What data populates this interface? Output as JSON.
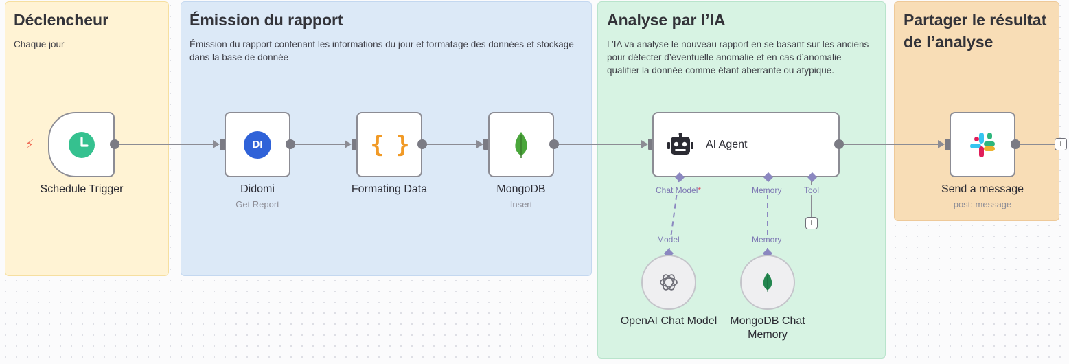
{
  "stickies": {
    "trigger": {
      "title": "Déclencheur",
      "text": "Chaque jour"
    },
    "rapport": {
      "title": "Émission du rapport",
      "text": "Émission du rapport contenant les informations du jour et formatage des données et stockage dans la base de donnée"
    },
    "ia": {
      "title": "Analyse par l’IA",
      "text": "L’IA va analyse le nouveau rapport en se basant sur les anciens pour détecter d’éventuelle anomalie et en cas d’anomalie qualifier la donnée comme étant aberrante ou atypique."
    },
    "share": {
      "title": "Partager le résultat de l’analyse"
    }
  },
  "nodes": {
    "schedule": {
      "title": "Schedule Trigger",
      "icon": "clock-icon"
    },
    "didomi": {
      "title": "Didomi",
      "subtitle": "Get Report",
      "icon_text": "DI"
    },
    "formatting": {
      "title": "Formating Data",
      "icon_text": "{ }"
    },
    "mongodb": {
      "title": "MongoDB",
      "subtitle": "Insert",
      "icon": "mongodb-leaf-icon"
    },
    "agent": {
      "title": "AI Agent",
      "icon": "robot-icon"
    },
    "slack": {
      "title": "Send a message",
      "subtitle": "post: message",
      "icon": "slack-icon"
    },
    "openai": {
      "title": "OpenAI Chat Model",
      "icon": "openai-icon"
    },
    "memory": {
      "title": "MongoDB Chat Memory",
      "icon": "mongodb-leaf-icon"
    }
  },
  "ports": {
    "chat_model": "Chat Model",
    "required_mark": "*",
    "memory": "Memory",
    "tool": "Tool",
    "model": "Model",
    "memory_in": "Memory"
  },
  "buttons": {
    "plus": "+"
  },
  "colors": {
    "trigger_bg": "#fff3d4",
    "rapport_bg": "#dce9f7",
    "ia_bg": "#d7f3e3",
    "share_bg": "#f8ddb6",
    "clock": "#35c18f",
    "didomi": "#2f62d8",
    "formatting": "#f19a26",
    "mongodb": "#4aa63b",
    "port": "#8b87c0"
  }
}
